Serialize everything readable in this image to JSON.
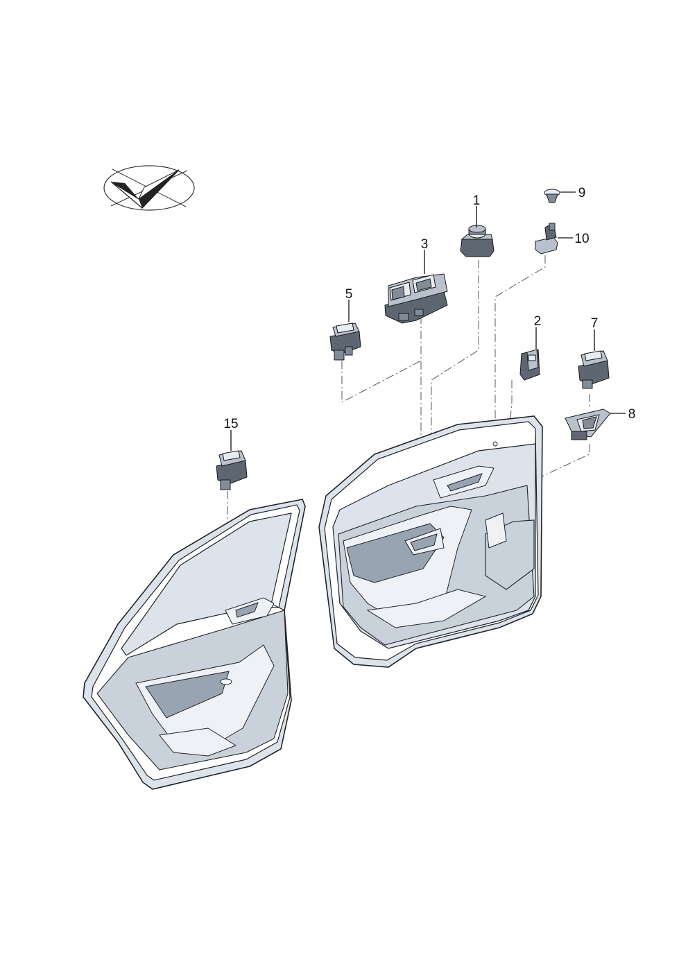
{
  "diagram": {
    "callouts": [
      "1",
      "2",
      "3",
      "5",
      "7",
      "8",
      "9",
      "10",
      "15"
    ]
  },
  "logo": {
    "icon": "checkmark-compass-logo"
  }
}
